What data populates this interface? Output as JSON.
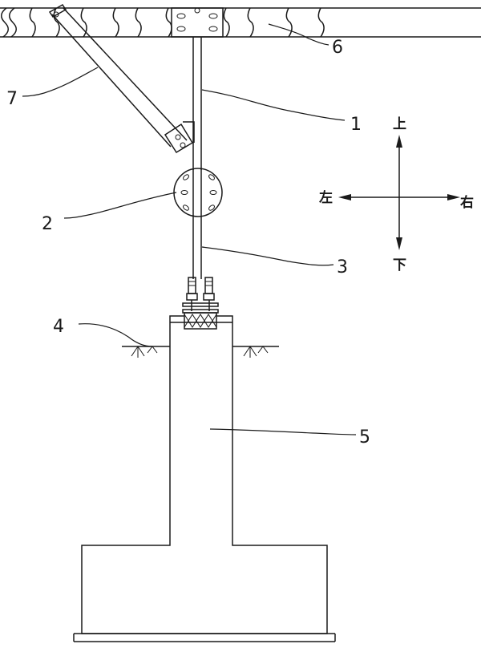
{
  "labels": {
    "n1": "1",
    "n2": "2",
    "n3": "3",
    "n4": "4",
    "n5": "5",
    "n6": "6",
    "n7": "7"
  },
  "directions": {
    "up": "上",
    "down": "下",
    "left": "左",
    "right": "右"
  }
}
